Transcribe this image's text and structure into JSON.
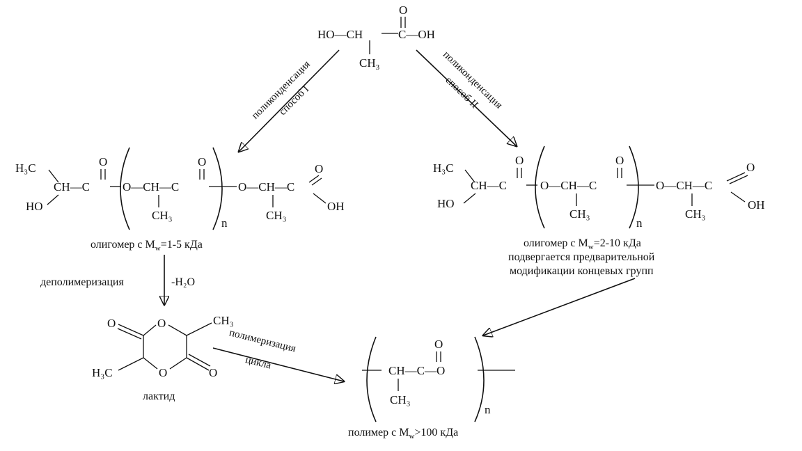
{
  "top_acid": {
    "ho_ch": "HO—CH",
    "cooh": "C—OH",
    "o": "O",
    "ch3": "CH",
    "ch3_sub": "3"
  },
  "arrow_left": {
    "line1": "поликонденсация",
    "line2": "способ I"
  },
  "arrow_right": {
    "line1": "поликонденсация",
    "line2": "способ II"
  },
  "left_oligomer": {
    "h3c": "H₃C",
    "ch": "CH—C",
    "ho": "HO",
    "o_top1": "O",
    "o_top2": "O",
    "o_top3": "O",
    "repeat": "O—CH—C",
    "tail": "O—CH—C",
    "oh": "OH",
    "ch3a": "CH₃",
    "ch3b": "CH₃",
    "n": "n",
    "caption_pre": "олигомер с M",
    "caption_sub": "w",
    "caption_post": "=1-5 кДа"
  },
  "right_oligomer": {
    "h3c": "H₃C",
    "ch": "CH—C",
    "ho": "HO",
    "o_top1": "O",
    "o_top2": "O",
    "o_top3": "O",
    "repeat": "O—CH—C",
    "tail": "O—CH—C",
    "oh": "OH",
    "ch3a": "CH₃",
    "ch3b": "CH₃",
    "n": "n",
    "caption_pre": "олигомер с M",
    "caption_sub": "w",
    "caption_post": "=2-10 кДа",
    "caption2": "подвергается предварительной",
    "caption3": "модификации концевых групп"
  },
  "depoly": {
    "label": "деполимеризация",
    "water": "-H₂O"
  },
  "lactide": {
    "o_ring_top": "O",
    "o_ring_bot": "O",
    "o_left": "O",
    "o_right": "O",
    "ch3": "CH₃",
    "h3c": "H₃C",
    "name": "лактид"
  },
  "ring_open": {
    "line1": "полимеризация",
    "line2": "цикла"
  },
  "polymer": {
    "chain": "CH—C—O",
    "o": "O",
    "ch3": "CH₃",
    "n": "n",
    "caption_pre": "полимер с M",
    "caption_sub": "w",
    "caption_post": ">100 кДа"
  }
}
